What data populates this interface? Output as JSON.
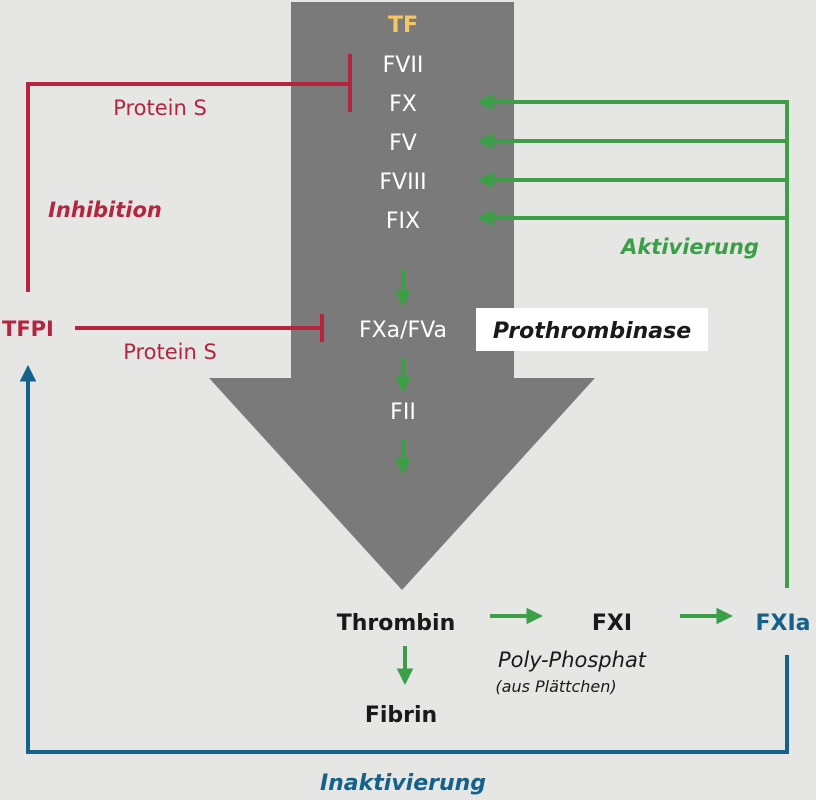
{
  "colors": {
    "background": "#e6e6e5",
    "big_arrow": "#7b7a7a",
    "inhibition_red": "#b5253f",
    "activation_green": "#3c9e47",
    "inactivation_blue": "#16618a",
    "tf_yellow": "#f3c766",
    "text_dark": "#1a1a1a",
    "text_white": "#ffffff"
  },
  "cascade": {
    "tf": "TF",
    "fvii": "FVII",
    "fx": "FX",
    "fv": "FV",
    "fviii": "FVIII",
    "fix": "FIX",
    "fxa_fva": "FXa/FVa",
    "fii": "FII"
  },
  "prothrombinase": "Prothrombinase",
  "inhibition": {
    "label": "Inhibition",
    "protein_s_top": "Protein S",
    "protein_s_bottom": "Protein S",
    "tfpi": "TFPI"
  },
  "activation": {
    "label": "Aktivierung"
  },
  "bottom": {
    "thrombin": "Thrombin",
    "fibrin": "Fibrin",
    "fxi": "FXI",
    "fxia": "FXIa",
    "polyphosphat": "Poly-Phosphat",
    "aus_plaettchen": "(aus Plättchen)"
  },
  "inactivation": {
    "label": "Inaktivierung"
  }
}
